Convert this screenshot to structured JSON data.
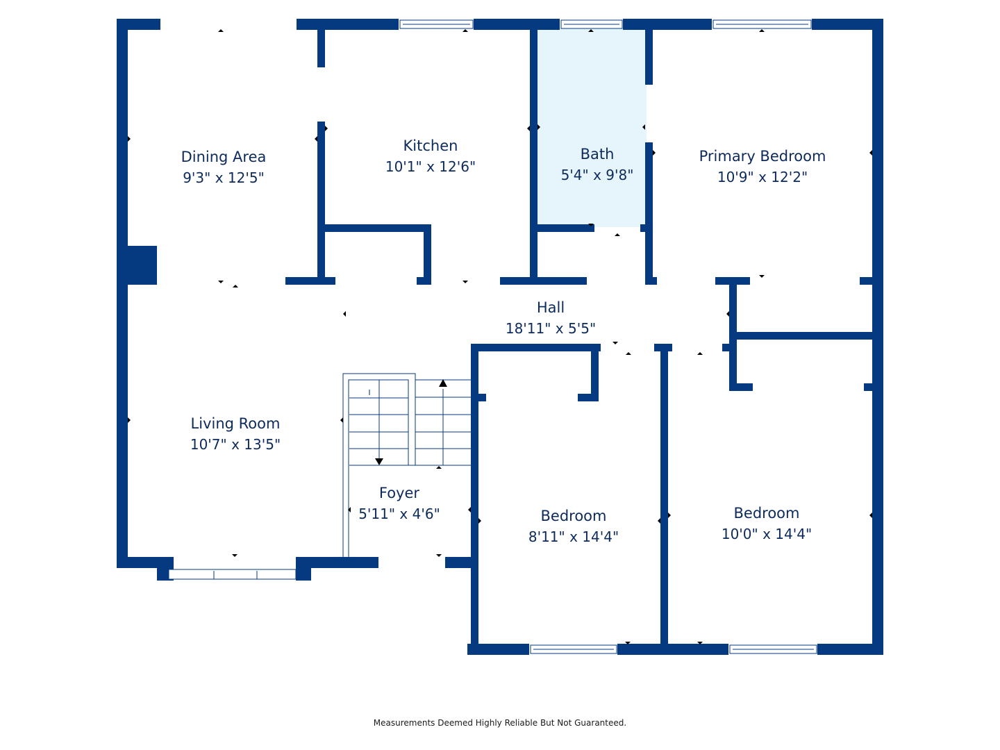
{
  "colors": {
    "wall": "#063a80",
    "bath_fill": "#e6f4fc",
    "text": "#0d2a5c"
  },
  "rooms": {
    "dining": {
      "name": "Dining Area",
      "size": "9'3\" x 12'5\""
    },
    "kitchen": {
      "name": "Kitchen",
      "size": "10'1\" x 12'6\""
    },
    "bath": {
      "name": "Bath",
      "size": "5'4\" x 9'8\""
    },
    "primary_bedroom": {
      "name": "Primary Bedroom",
      "size": "10'9\" x 12'2\""
    },
    "hall": {
      "name": "Hall",
      "size": "18'11\" x 5'5\""
    },
    "living": {
      "name": "Living Room",
      "size": "10'7\" x 13'5\""
    },
    "foyer": {
      "name": "Foyer",
      "size": "5'11\" x 4'6\""
    },
    "bedroom_2": {
      "name": "Bedroom",
      "size": "8'11\" x 14'4\""
    },
    "bedroom_3": {
      "name": "Bedroom",
      "size": "10'0\" x 14'4\""
    }
  },
  "stair_label": "I",
  "footer": "Measurements Deemed Highly Reliable But Not Guaranteed."
}
